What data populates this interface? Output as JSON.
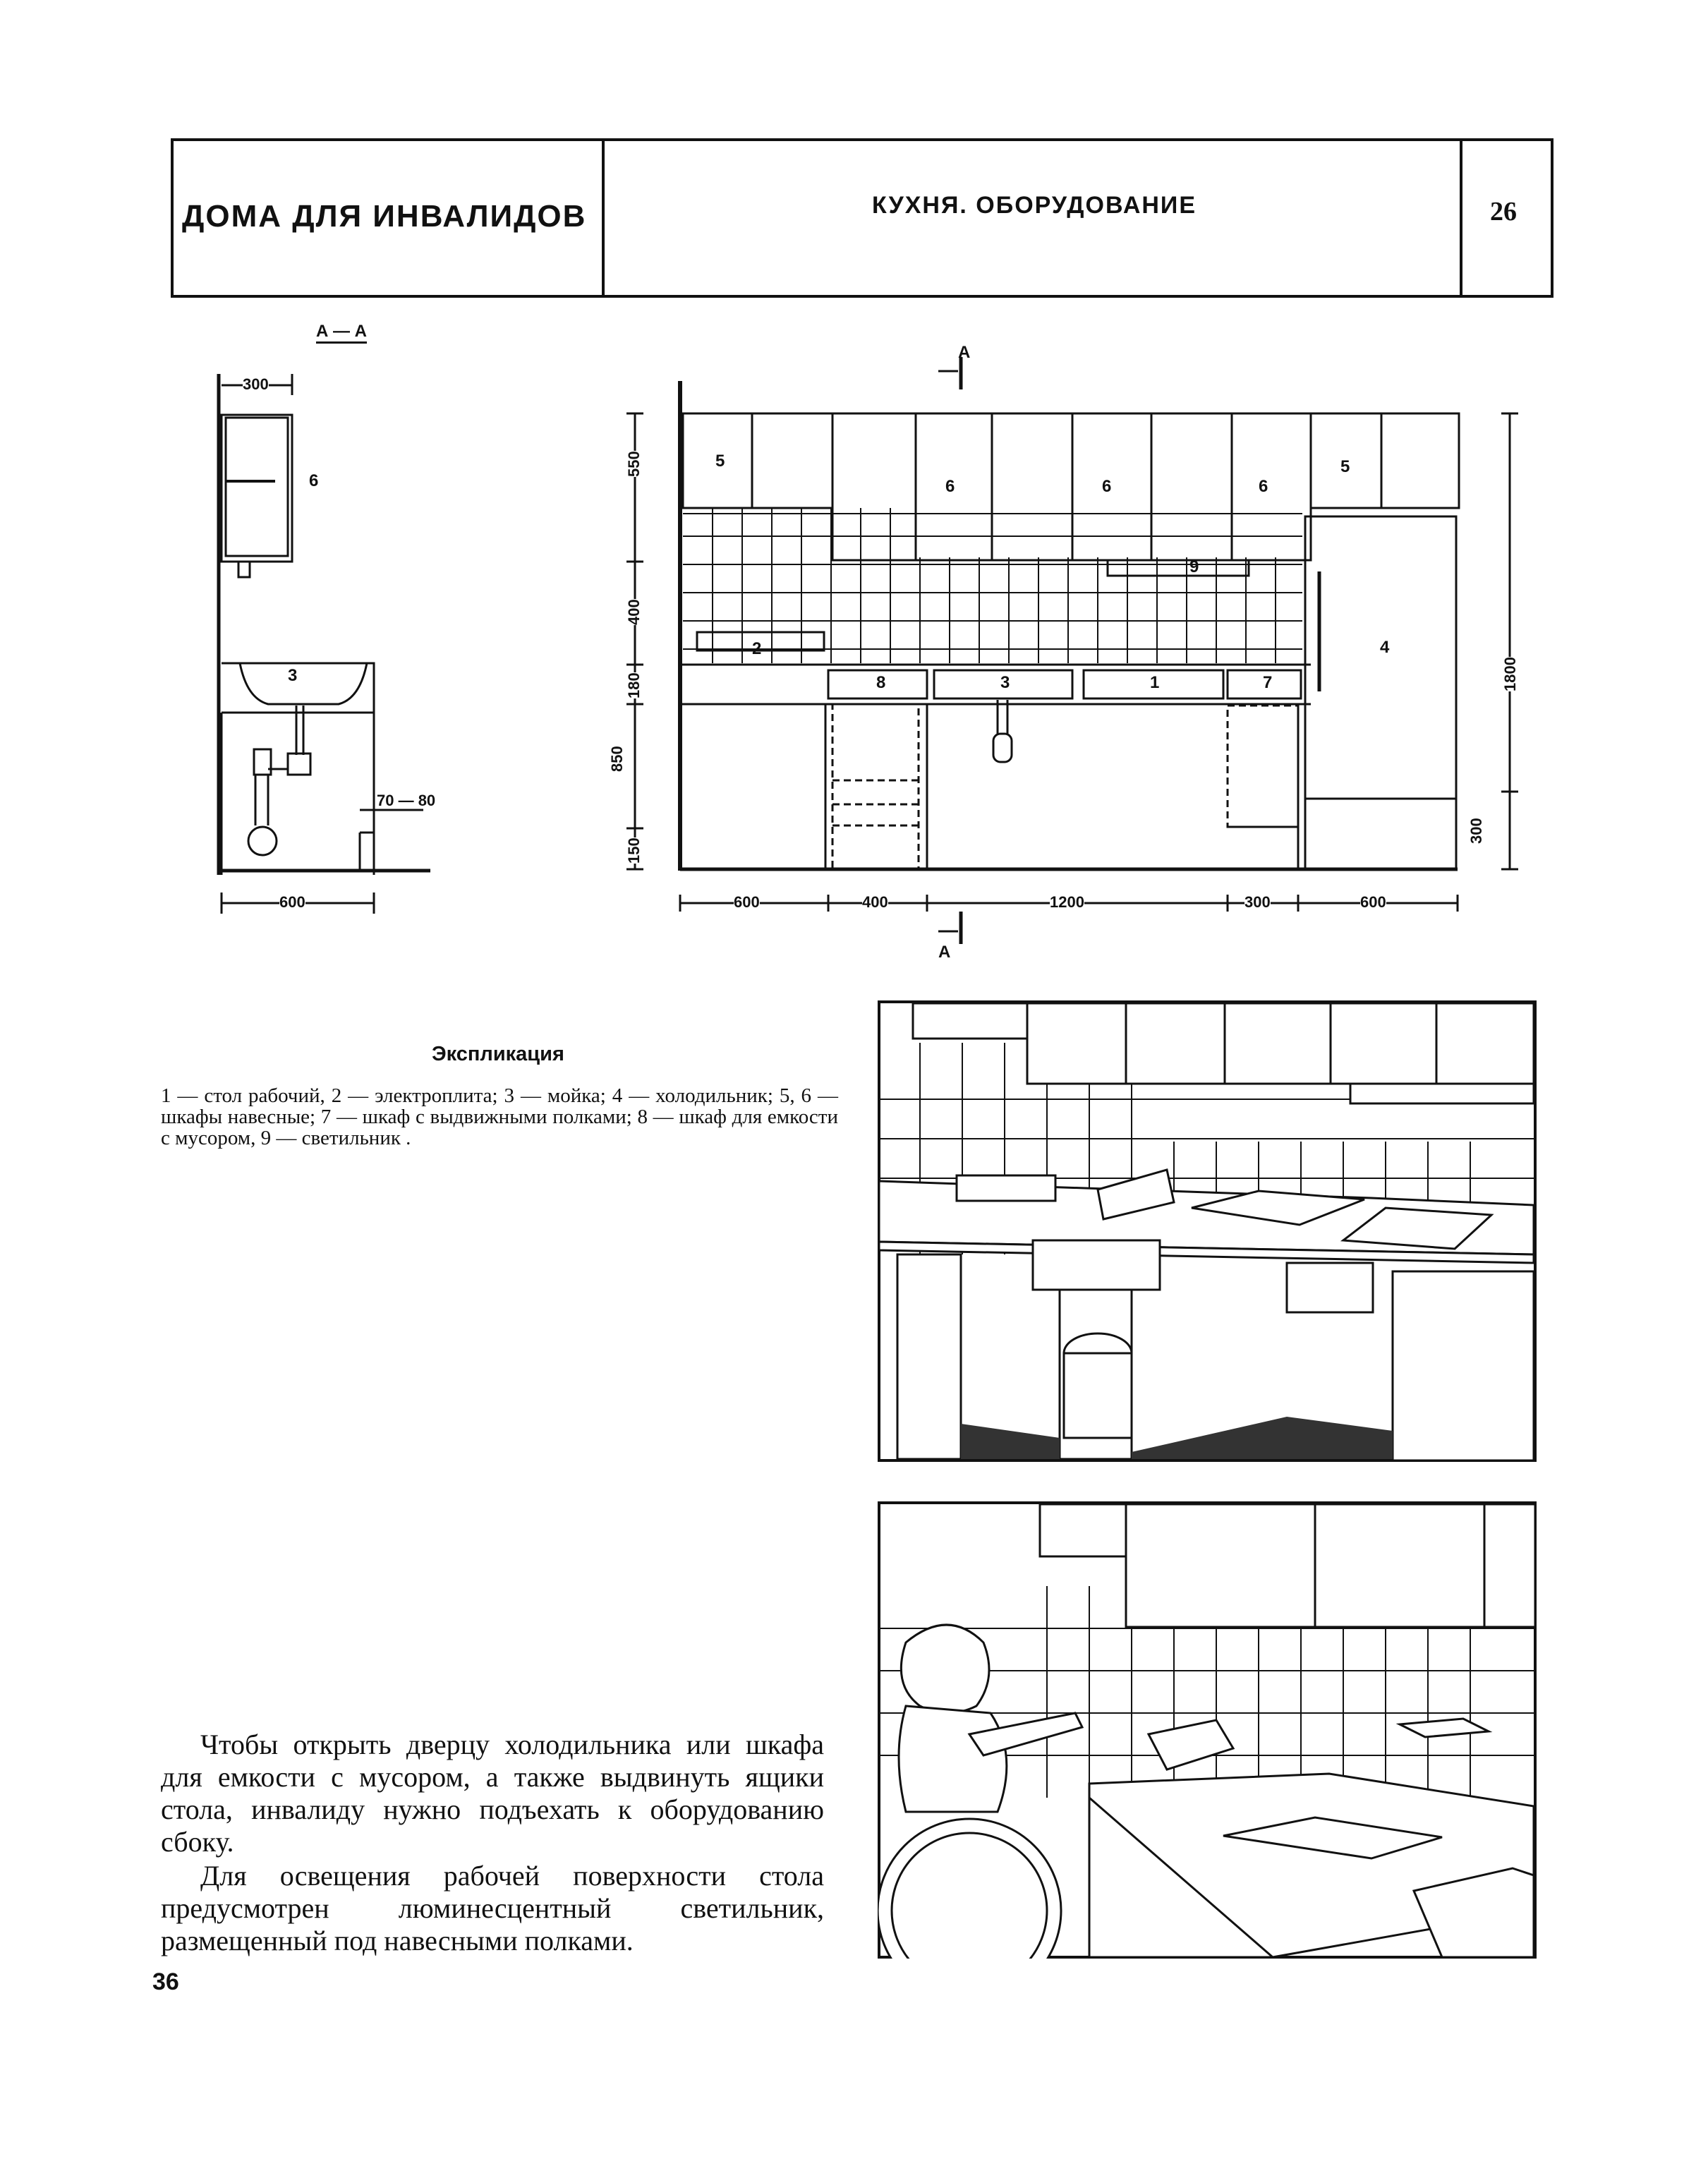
{
  "header": {
    "left_title": "ДОМА ДЛЯ ИНВАЛИДОВ",
    "center_title": "КУХНЯ. ОБОРУДОВАНИЕ",
    "sheet_number": "26"
  },
  "section_drawing": {
    "title": "А — А",
    "dim_top": "300",
    "dim_bottom": "600",
    "dim_side": "70 — 80",
    "label_cabinet": "6",
    "label_sink": "3"
  },
  "elevation": {
    "cut_label_top": "А",
    "cut_label_bottom": "А",
    "vertical_dims_left": [
      "550",
      "400",
      "180",
      "850",
      "150"
    ],
    "vertical_dims_right": [
      "1800",
      "300"
    ],
    "horizontal_dims": [
      "600",
      "400",
      "1200",
      "300",
      "600"
    ],
    "labels": {
      "upper_left": "5",
      "upper_6a": "6",
      "upper_6b": "6",
      "upper_6c": "6",
      "upper_right": "5",
      "light": "9",
      "stove": "2",
      "bin_cabinet": "8",
      "sink": "3",
      "table": "1",
      "drawers": "7",
      "fridge": "4"
    }
  },
  "legend": {
    "title": "Экспликация",
    "text": "1 — стол рабочий, 2 — электроплита; 3 — мойка; 4 — холодильник; 5, 6 — шкафы навесные; 7 — шкаф с выдвижными полками; 8 — шкаф для емкости с мусором, 9 — светильник ."
  },
  "body": {
    "paragraph1": "Чтобы открыть дверцу холодильника или шкафа для емкости с мусором, а также выдвинуть ящики стола, инвалиду нужно подъехать к оборудованию сбоку.",
    "paragraph2": "Для освещения рабочей поверхности стола предусмотрен люминесцентный светильник, размещенный под навесными полками."
  },
  "page_number": "36"
}
